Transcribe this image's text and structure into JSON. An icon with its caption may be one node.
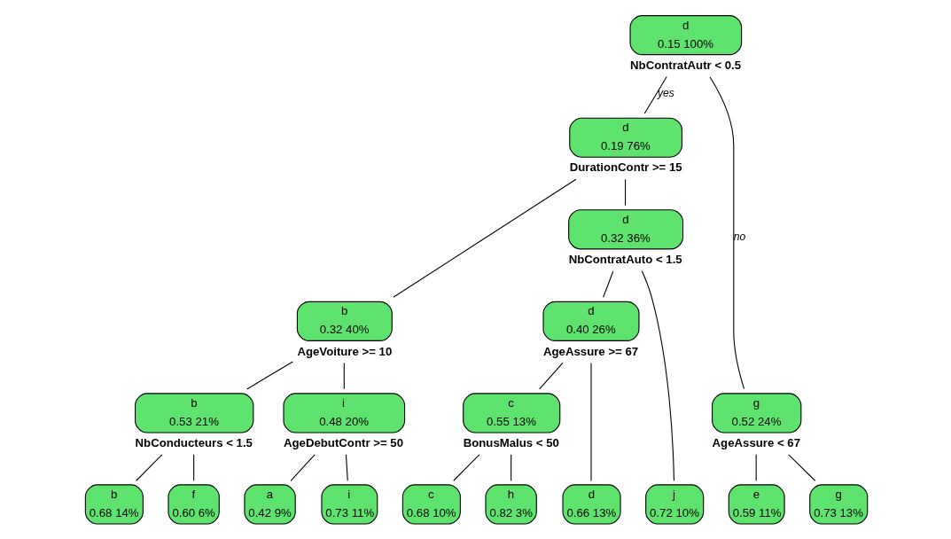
{
  "diagram": {
    "nodes": [
      {
        "text": [
          "d",
          "0.15 100%"
        ],
        "beside": [
          "NbContratAutr < 0.5"
        ]
      },
      {
        "text": [
          "d",
          "0.19 76%"
        ],
        "beside": [
          "DurationContr >= 15"
        ]
      },
      {
        "text": [
          "g",
          "0.52 24%"
        ],
        "beside": [
          "AgeAssure < 67"
        ]
      },
      {
        "text": [
          "b",
          "0.32 40%"
        ],
        "beside": [
          "AgeVoiture >= 10"
        ]
      },
      {
        "text": [
          "d",
          "0.32 36%"
        ],
        "beside": [
          "NbContratAuto < 1.5"
        ]
      },
      {
        "text": [
          "b",
          "0.53 21%"
        ],
        "beside": [
          "NbConducteurs < 1.5"
        ]
      },
      {
        "text": [
          "i",
          "0.48 20%"
        ],
        "beside": [
          "AgeDebutContr >= 50"
        ]
      },
      {
        "text": [
          "d",
          "0.40 26%"
        ],
        "beside": [
          "AgeAssure >= 67"
        ]
      },
      {
        "text": [
          "c",
          "0.55 13%"
        ],
        "beside": [
          "BonusMalus < 50"
        ]
      },
      {
        "text": [
          "b",
          "0.68 14%"
        ]
      },
      {
        "text": [
          "f",
          "0.60 6%"
        ]
      },
      {
        "text": [
          "a",
          "0.42 9%"
        ]
      },
      {
        "text": [
          "i",
          "0.73 11%"
        ]
      },
      {
        "text": [
          "d",
          "0.66 13%"
        ]
      },
      {
        "text": [
          "c",
          "0.68 10%"
        ]
      },
      {
        "text": [
          "h",
          "0.82 3%"
        ]
      },
      {
        "text": [
          "j",
          "0.72 10%"
        ]
      },
      {
        "text": [
          "e",
          "0.59 11%"
        ]
      },
      {
        "text": [
          "g",
          "0.73 13%"
        ]
      }
    ],
    "edges": [
      {
        "from": 0,
        "to": 1,
        "arrow": "none",
        "label": "yes"
      },
      {
        "from": 0,
        "to": 2,
        "arrow": "none",
        "label": "no"
      },
      {
        "from": 1,
        "to": 3,
        "arrow": "none"
      },
      {
        "from": 1,
        "to": 4,
        "arrow": "none"
      },
      {
        "from": 2,
        "to": 17,
        "arrow": "none"
      },
      {
        "from": 2,
        "to": 18,
        "arrow": "none"
      },
      {
        "from": 3,
        "to": 5,
        "arrow": "none"
      },
      {
        "from": 3,
        "to": 6,
        "arrow": "none"
      },
      {
        "from": 4,
        "to": 7,
        "arrow": "none"
      },
      {
        "from": 4,
        "to": 16,
        "arrow": "none"
      },
      {
        "from": 5,
        "to": 9,
        "arrow": "none"
      },
      {
        "from": 5,
        "to": 10,
        "arrow": "none"
      },
      {
        "from": 6,
        "to": 11,
        "arrow": "none"
      },
      {
        "from": 6,
        "to": 12,
        "arrow": "none"
      },
      {
        "from": 7,
        "to": 13,
        "arrow": "none"
      },
      {
        "from": 7,
        "to": 8,
        "arrow": "none"
      },
      {
        "from": 8,
        "to": 14,
        "arrow": "none"
      },
      {
        "from": 8,
        "to": 15,
        "arrow": "none"
      }
    ]
  }
}
